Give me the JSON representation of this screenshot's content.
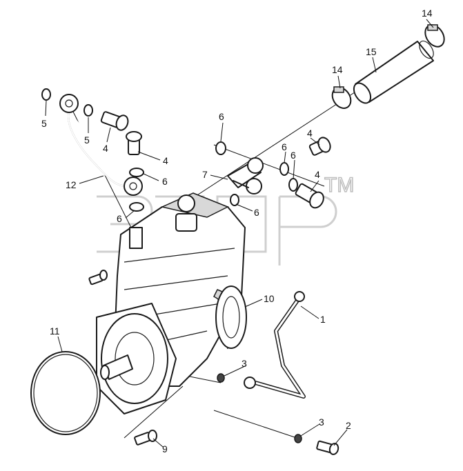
{
  "watermark": {
    "tm": "TM"
  },
  "callouts": [
    "14",
    "15",
    "14",
    "5",
    "5",
    "4",
    "6",
    "4",
    "6",
    "6",
    "4",
    "4",
    "12",
    "6",
    "7",
    "6",
    "6",
    "10",
    "1",
    "11",
    "3",
    "3",
    "2",
    "9"
  ]
}
